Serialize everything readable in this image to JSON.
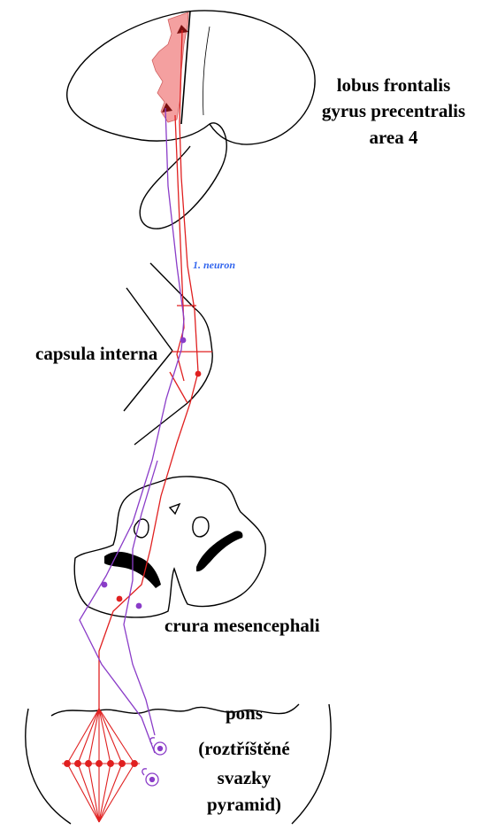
{
  "labels": {
    "lobus_line1": "lobus frontalis",
    "lobus_line2": "gyrus precentralis",
    "lobus_line3": "area 4",
    "neuron": "1. neuron",
    "capsula": "capsula interna",
    "crura": "crura mesencephali",
    "pons_line1": "pons",
    "pons_line2": "(roztříštěné",
    "pons_line3": "svazky",
    "pons_line4": "pyramid)"
  },
  "colors": {
    "motor_cortex_fill": "#f4a0a0",
    "tract_red": "#e02020",
    "tract_purple": "#8a3cc8",
    "outline": "#000000",
    "neuron_label": "#3366ee"
  }
}
